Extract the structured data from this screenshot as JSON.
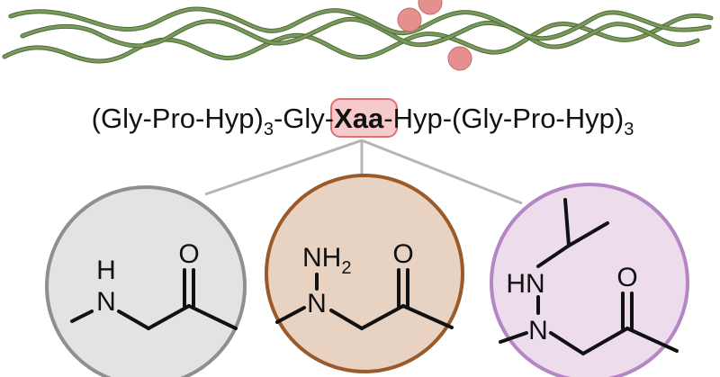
{
  "sequence": {
    "left_unit": "(Gly-Pro-Hyp)",
    "left_repeat": "3",
    "gly_join": "-Gly-",
    "variable": "Xaa",
    "right_join": "-Hyp-",
    "right_unit": "(Gly-Pro-Hyp)",
    "right_repeat": "3"
  },
  "residues": [
    {
      "fill": "#e3e3e3",
      "stroke": "#8f8f8f",
      "atoms": {
        "n_top": "H",
        "n_main": "N",
        "oxygen": "O"
      }
    },
    {
      "fill": "#e8d2c2",
      "stroke": "#9a5a2a",
      "atoms": {
        "nh2": "NH",
        "nh2_sub": "2",
        "n_main": "N",
        "oxygen": "O"
      }
    },
    {
      "fill": "#ecdcec",
      "stroke": "#b586c4",
      "atoms": {
        "hn": "HN",
        "n_main": "N",
        "oxygen": "O"
      }
    }
  ],
  "colors": {
    "helix": "#7a9a5c",
    "helix_outline": "#4f6b38",
    "sphere": "#e58f8f",
    "highlight_fill": "#f6caca",
    "highlight_stroke": "#e07070",
    "connector": "#b5b5b5",
    "bond": "#111111"
  }
}
